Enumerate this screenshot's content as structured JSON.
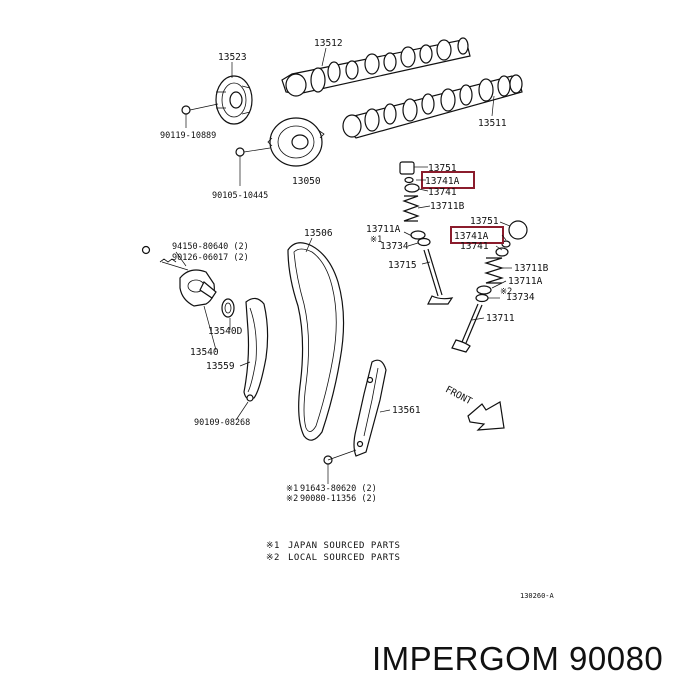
{
  "labels": {
    "p13512": "13512",
    "p13523": "13523",
    "p90119": "90119-10889",
    "p13511": "13511",
    "p13050": "13050",
    "p90105": "90105-10445",
    "p13751a": "13751",
    "p13741Ahl1": "13741A",
    "p13741a": "13741",
    "p13711Ba": "13711B",
    "p13711Aa": "13711A",
    "p13734a": "13734",
    "p13715": "13715",
    "p13751b": "13751",
    "p13741Ahl2": "13741A",
    "p13741b": "13741",
    "p13711Bb": "13711B",
    "p13711Ab": "13711A",
    "p13734b": "13734",
    "p13711": "13711",
    "p13506": "13506",
    "p94150": "94150-80640 (2)",
    "p90126": "90126-06017 (2)",
    "p13540D": "13540D",
    "p13540": "13540",
    "p13559": "13559",
    "p90109": "90109-08268",
    "p13561": "13561",
    "p91643": "91643-80620 (2)",
    "p90080": "90080-11356 (2)",
    "mark1": "※1",
    "mark2": "※2",
    "front": "FRONT"
  },
  "notes": {
    "n1_mark": "※1",
    "n1_text": "JAPAN SOURCED PARTS",
    "n2_mark": "※2",
    "n2_text": "LOCAL SOURCED PARTS"
  },
  "figure_code": "130260-A",
  "brand": "IMPERGOM 90080"
}
